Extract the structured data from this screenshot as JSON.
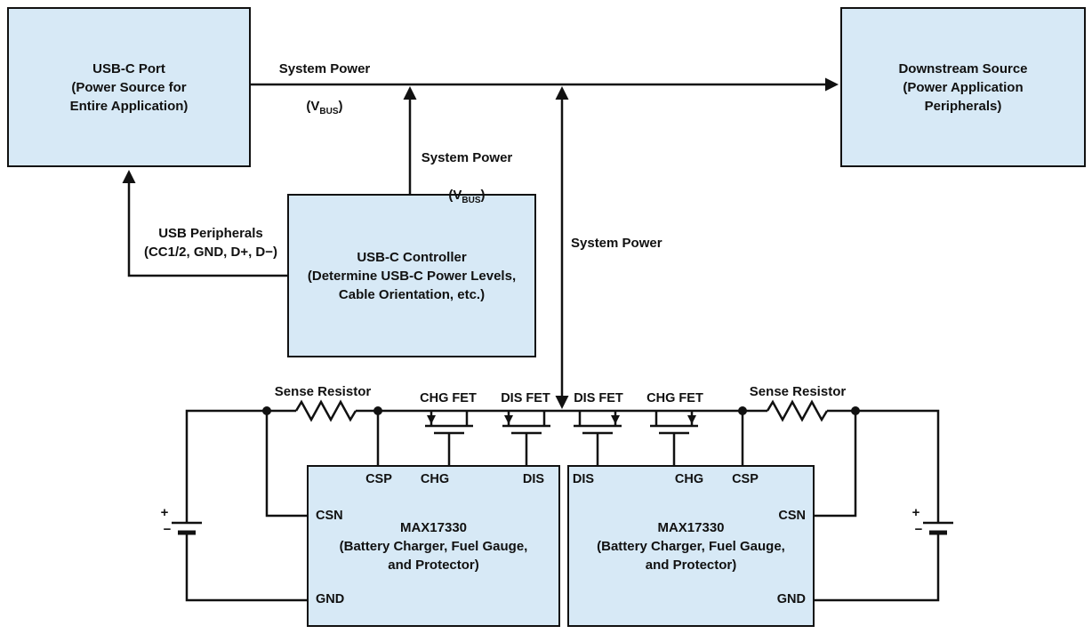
{
  "boxes": {
    "usb_c_port": "USB-C Port\n(Power Source for\nEntire Application)",
    "downstream_source": "Downstream Source\n(Power Application\nPeripherals)",
    "usb_c_controller": "USB-C Controller\n(Determine USB-C Power Levels,\nCable Orientation, etc.)"
  },
  "labels": {
    "system_power_bus_top": {
      "line1": "System Power",
      "pre": "(V",
      "sub": "BUS",
      "post": ")"
    },
    "system_power_bus_mid": {
      "line1": "System Power",
      "pre": "(V",
      "sub": "BUS",
      "post": ")"
    },
    "system_power_center": "System Power",
    "usb_peripherals": "USB Peripherals\n(CC1/2, GND, D+, D−)",
    "sense_resistor_left": "Sense Resistor",
    "sense_resistor_right": "Sense Resistor",
    "fet_1": "CHG FET",
    "fet_2": "DIS FET",
    "fet_3": "DIS FET",
    "fet_4": "CHG FET"
  },
  "chips": {
    "left": {
      "title": "MAX17330",
      "subtitle": "(Battery Charger, Fuel Gauge,\nand Protector)",
      "pins": {
        "csp": "CSP",
        "chg": "CHG",
        "dis": "DIS",
        "csn": "CSN",
        "gnd": "GND"
      }
    },
    "right": {
      "title": "MAX17330",
      "subtitle": "(Battery Charger, Fuel Gauge,\nand Protector)",
      "pins": {
        "dis": "DIS",
        "chg": "CHG",
        "csp": "CSP",
        "csn": "CSN",
        "gnd": "GND"
      }
    }
  },
  "battery": {
    "plus": "+",
    "minus": "−"
  },
  "colors": {
    "box_fill": "#d7e9f6",
    "line": "#111111"
  }
}
